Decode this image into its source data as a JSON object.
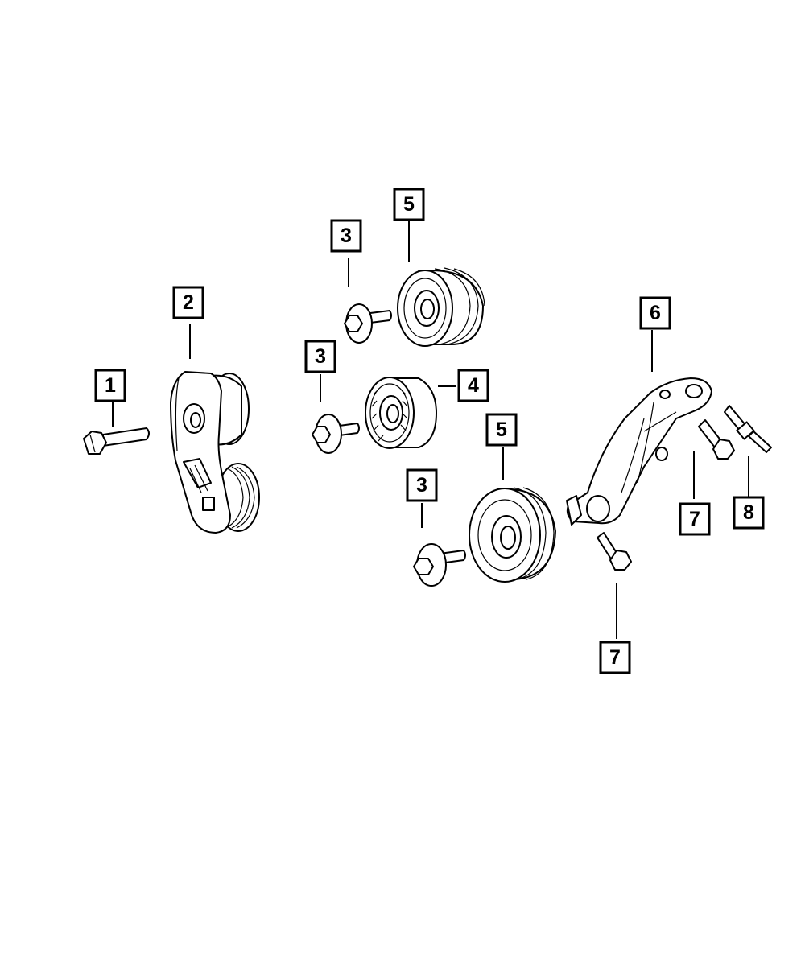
{
  "callouts": [
    {
      "id": "c1",
      "label": "1"
    },
    {
      "id": "c2",
      "label": "2"
    },
    {
      "id": "c3a",
      "label": "3"
    },
    {
      "id": "c3b",
      "label": "3"
    },
    {
      "id": "c3c",
      "label": "3"
    },
    {
      "id": "c4",
      "label": "4"
    },
    {
      "id": "c5a",
      "label": "5"
    },
    {
      "id": "c5b",
      "label": "5"
    },
    {
      "id": "c6",
      "label": "6"
    },
    {
      "id": "c7a",
      "label": "7"
    },
    {
      "id": "c7b",
      "label": "7"
    },
    {
      "id": "c8",
      "label": "8"
    }
  ],
  "colors": {
    "line": "#000000",
    "background": "#ffffff"
  }
}
